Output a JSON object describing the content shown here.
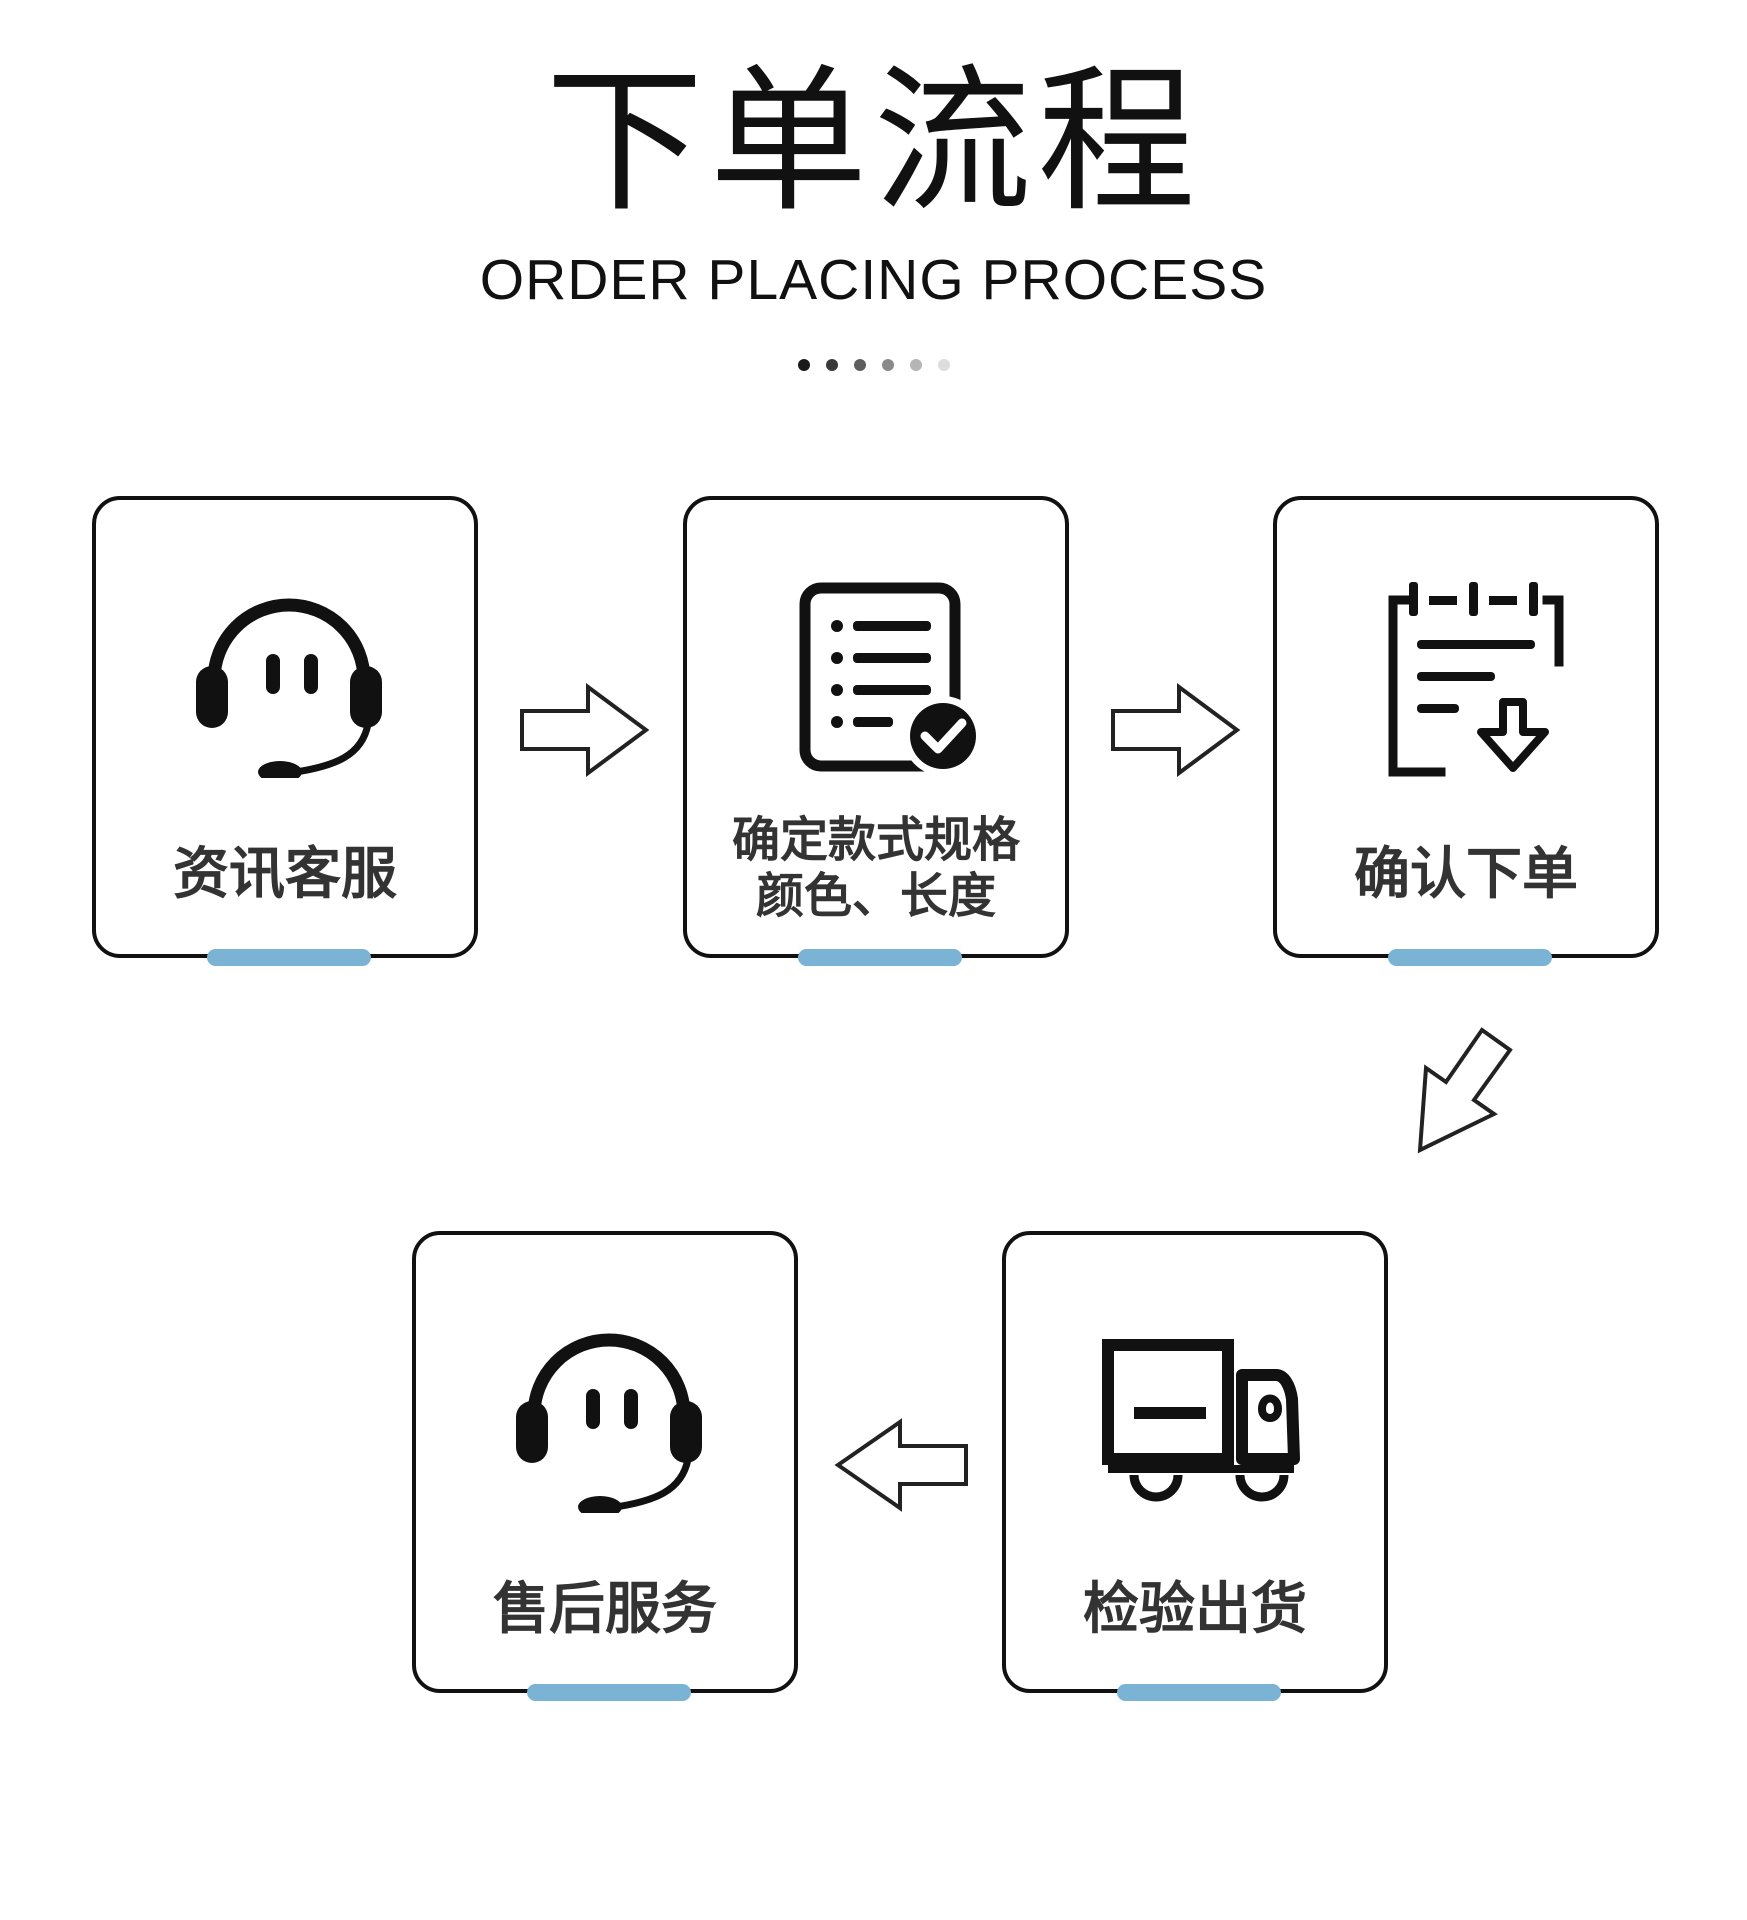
{
  "header": {
    "title": "下单流程",
    "subtitle": "ORDER PLACING PROCESS",
    "dot_colors": [
      "#1a1a1a",
      "#3a3a3a",
      "#5e5e5e",
      "#8a8a8a",
      "#b5b5b5",
      "#dddddd"
    ]
  },
  "colors": {
    "border": "#111111",
    "label": "#333333",
    "accent_bar": "#7ab3d3",
    "arrow_stroke": "#222222"
  },
  "steps": [
    {
      "id": "consult",
      "icon": "headset-icon",
      "lines": [
        "资讯客服"
      ]
    },
    {
      "id": "spec",
      "icon": "checklist-icon",
      "lines": [
        "确定款式规格",
        "颜色、长度"
      ]
    },
    {
      "id": "confirm",
      "icon": "clipboard-download-icon",
      "lines": [
        "确认下单"
      ]
    },
    {
      "id": "ship",
      "icon": "truck-icon",
      "lines": [
        "检验出货"
      ]
    },
    {
      "id": "aftersale",
      "icon": "headset-icon",
      "lines": [
        "售后服务"
      ]
    }
  ]
}
